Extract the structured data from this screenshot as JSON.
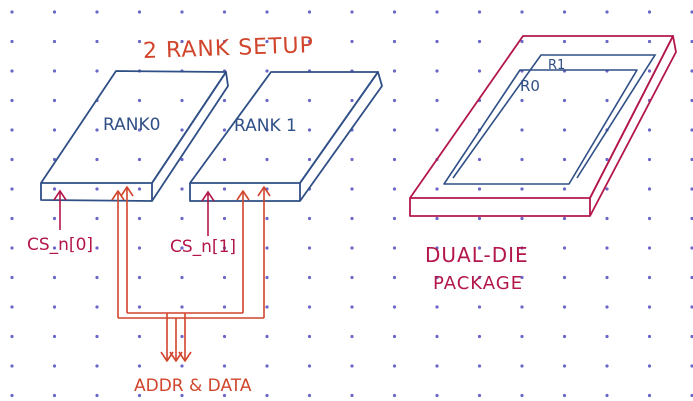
{
  "title": "2 RANK SETUP",
  "rank0_label": "RANK0",
  "rank1_label": "RANK 1",
  "cs0_label": "CS_n[0]",
  "cs1_label": "CS_n[1]",
  "bus_label": "ADDR & DATA",
  "package_label_line1": "DUAL-DIE",
  "package_label_line2": "PACKAGE",
  "die_r1_label": "R1",
  "die_r0_label": "R0",
  "colors": {
    "ink_blue": "#2f4f86",
    "ink_red": "#d0452b",
    "ink_crimson": "#b3174a",
    "dots": "#6a67c9"
  }
}
